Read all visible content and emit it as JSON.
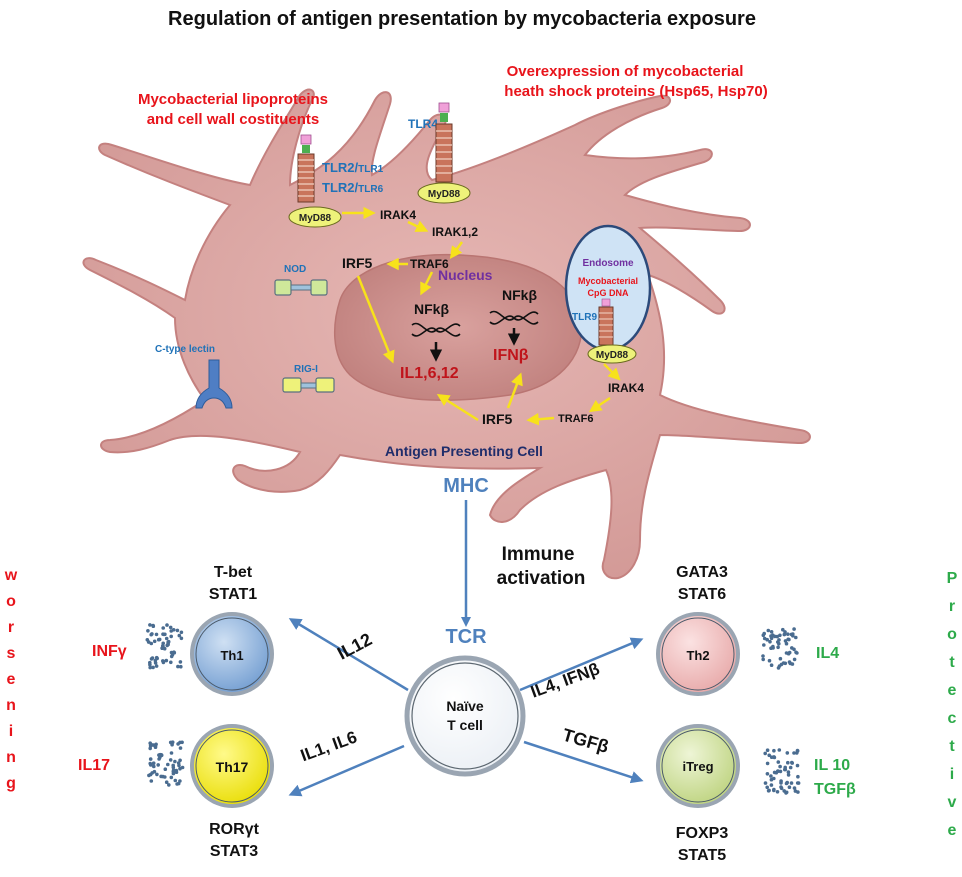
{
  "title": "Regulation of antigen presentation by mycobacteria exposure",
  "colors": {
    "cell_fill": "#d9a3a1",
    "cell_stroke": "#c4817f",
    "nucleus_fill": "#c88886",
    "red": "#e8141b",
    "dark_red": "#c0141b",
    "blue": "#1f72b8",
    "steel_blue": "#4f81bd",
    "navy": "#1f2d6b",
    "purple": "#7030a0",
    "green": "#2daa4a",
    "yellow_arrow": "#f7e21b",
    "myd88_fill": "#eef27a"
  },
  "annotations": {
    "lipoproteins_line1": "Mycobacterial lipoproteins",
    "lipoproteins_line2": "and cell wall costituents",
    "hsp_line1": "Overexpression of mycobacterial",
    "hsp_line2": "heath shock proteins (Hsp65, Hsp70)"
  },
  "receptors": {
    "tlr4": "TLR4",
    "tlr2_tlr1_a": "TLR2/",
    "tlr2_tlr1_b": "TLR1",
    "tlr2_tlr6_a": "TLR2/",
    "tlr2_tlr6_b": "TLR6",
    "nod": "NOD",
    "rig_i": "RIG-I",
    "c_type_lectin": "C-type lectin",
    "tlr9": "TLR9"
  },
  "signaling": {
    "myd88": "MyD88",
    "irak4": "IRAK4",
    "irak12": "IRAK1,2",
    "traf6": "TRAF6",
    "irf5": "IRF5",
    "nfkb": "NFkβ",
    "il_out": "IL1,6,12",
    "ifnb_out": "IFNβ"
  },
  "nucleus_label": "Nucleus",
  "endosome": {
    "label": "Endosome",
    "content_line1": "Mycobacterial",
    "content_line2": "CpG DNA"
  },
  "apc_label": "Antigen Presenting Cell",
  "mhc": "MHC",
  "immune_activation_line1": "Immune",
  "immune_activation_line2": "activation",
  "tcr": "TCR",
  "naive": {
    "line1": "Naïve",
    "line2": "T cell"
  },
  "cells": {
    "th1": {
      "name": "Th1",
      "tf1": "T-bet",
      "tf2": "STAT1",
      "cytokine": "INFγ",
      "signal": "IL12"
    },
    "th17": {
      "name": "Th17",
      "tf1": "RORγt",
      "tf2": "STAT3",
      "cytokine": "IL17",
      "signal": "IL1, IL6"
    },
    "th2": {
      "name": "Th2",
      "tf1": "GATA3",
      "tf2": "STAT6",
      "cytokine": "IL4",
      "signal": "IL4, IFNβ"
    },
    "itreg": {
      "name": "iTreg",
      "tf1": "FOXP3",
      "tf2": "STAT5",
      "cytokine1": "IL 10",
      "cytokine2": "TGFβ",
      "signal": "TGFβ"
    }
  },
  "side_labels": {
    "worsening": [
      "w",
      "o",
      "r",
      "s",
      "e",
      "n",
      "i",
      "n",
      "g"
    ],
    "protective": [
      "P",
      "r",
      "o",
      "t",
      "e",
      "c",
      "t",
      "i",
      "v",
      "e"
    ]
  }
}
